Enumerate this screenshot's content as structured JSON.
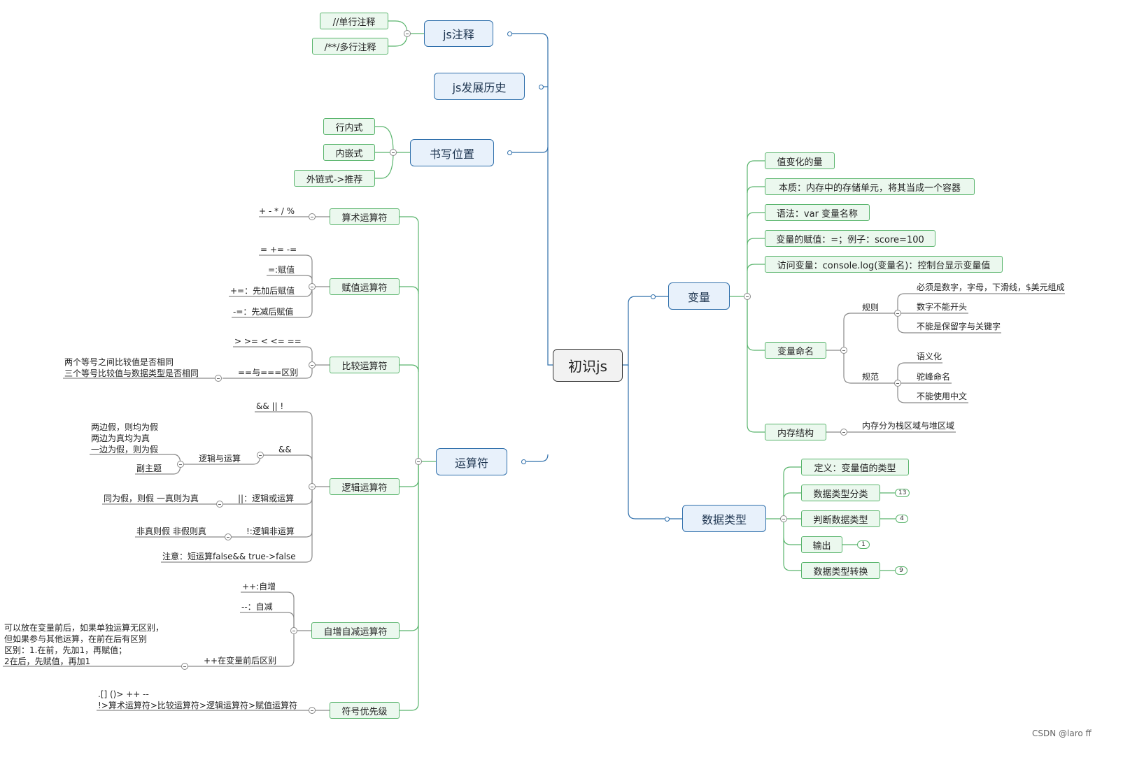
{
  "root": "初识js",
  "left": {
    "comment": {
      "label": "js注释",
      "items": [
        "//单行注释",
        "/**/多行注释"
      ]
    },
    "history": {
      "label": "js发展历史"
    },
    "position": {
      "label": "书写位置",
      "items": [
        "行内式",
        "内嵌式",
        "外链式->推荐"
      ]
    },
    "operators": {
      "label": "运算符",
      "arith": {
        "label": "算术运算符",
        "sub": [
          "+ - * / %"
        ]
      },
      "assign": {
        "label": "赋值运算符",
        "sub": [
          "= += -=",
          "=:赋值",
          "+=：先加后赋值",
          "-=：先减后赋值"
        ]
      },
      "compare": {
        "label": "比较运算符",
        "sub": [
          "> >= < <= ==",
          "==与===区别"
        ],
        "note": [
          "两个等号之间比较值是否相同",
          "三个等号比较值与数据类型是否相同"
        ]
      },
      "logic": {
        "label": "逻辑运算符",
        "top": "&& || !",
        "and": "&&",
        "and_sub": "逻辑与运算",
        "and_note": [
          "两边假，则均为假",
          "两边为真均为真",
          "一边为假，则为假"
        ],
        "and_sub2": "副主题",
        "or": "||：逻辑或运算",
        "or_note": "同为假，则假 一真则为真",
        "not": "!:逻辑非运算",
        "not_note": "非真则假  非假则真",
        "tip": "注意：短运算false&& true->false"
      },
      "incdec": {
        "label": "自增自减运算符",
        "sub": [
          "++:自增",
          "--：自减",
          "++在变量前后区别"
        ],
        "note": [
          "可以放在变量前后，如果单独运算无区别，",
          "但如果参与其他运算，在前在后有区别",
          "区别：1.在前，先加1，再赋值；",
          "2在后，先赋值，再加1"
        ]
      },
      "priority": {
        "label": "符号优先级",
        "note": [
          ".[] ()> ++ --",
          "!>算术运算符>比较运算符>逻辑运算符>赋值运算符"
        ]
      }
    }
  },
  "right": {
    "variable": {
      "label": "变量",
      "items": [
        "值变化的量",
        "本质：内存中的存储单元，将其当成一个容器",
        "语法：var 变量名称",
        "变量的赋值：=；例子：score=100",
        "访问变量：console.log(变量名)：控制台显示变量值"
      ],
      "naming": {
        "label": "变量命名",
        "rules": {
          "label": "规则",
          "items": [
            "必须是数字，字母，下滑线，$美元组成",
            "数字不能开头",
            "不能是保留字与关键字"
          ]
        },
        "norms": {
          "label": "规范",
          "items": [
            "语义化",
            "驼峰命名",
            "不能使用中文"
          ]
        }
      },
      "memory": {
        "label": "内存结构",
        "item": "内存分为栈区域与堆区域"
      }
    },
    "datatype": {
      "label": "数据类型",
      "items": [
        {
          "label": "定义：变量值的类型",
          "badge": ""
        },
        {
          "label": "数据类型分类",
          "badge": "13"
        },
        {
          "label": "判断数据类型",
          "badge": "4"
        },
        {
          "label": "输出",
          "badge": "1"
        },
        {
          "label": "数据类型转换",
          "badge": "9"
        }
      ]
    }
  },
  "credit": "CSDN @laro ff",
  "colors": {
    "blue": "#2f6fab",
    "green": "#5ab56d",
    "gray": "#8a8a8a"
  }
}
